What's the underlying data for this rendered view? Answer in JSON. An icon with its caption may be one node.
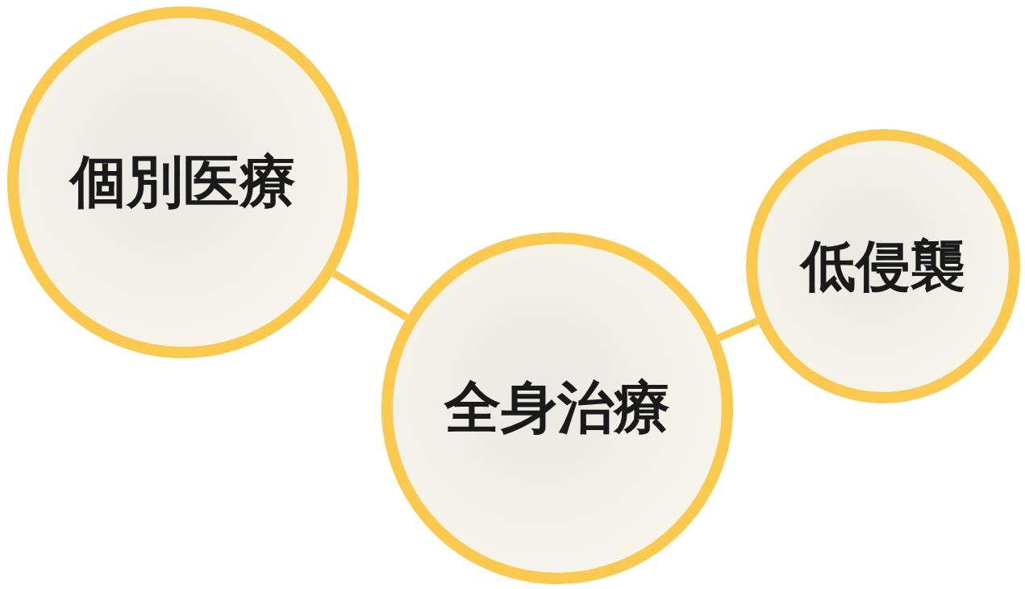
{
  "diagram": {
    "nodes": [
      {
        "text": [
          "個別医療"
        ]
      },
      {
        "text": [
          "全身治療"
        ]
      },
      {
        "text": [
          "低侵襲"
        ]
      }
    ],
    "edges": [
      {
        "from": 0,
        "to": 1,
        "arrow": "none"
      },
      {
        "from": 1,
        "to": 2,
        "arrow": "none"
      }
    ]
  }
}
